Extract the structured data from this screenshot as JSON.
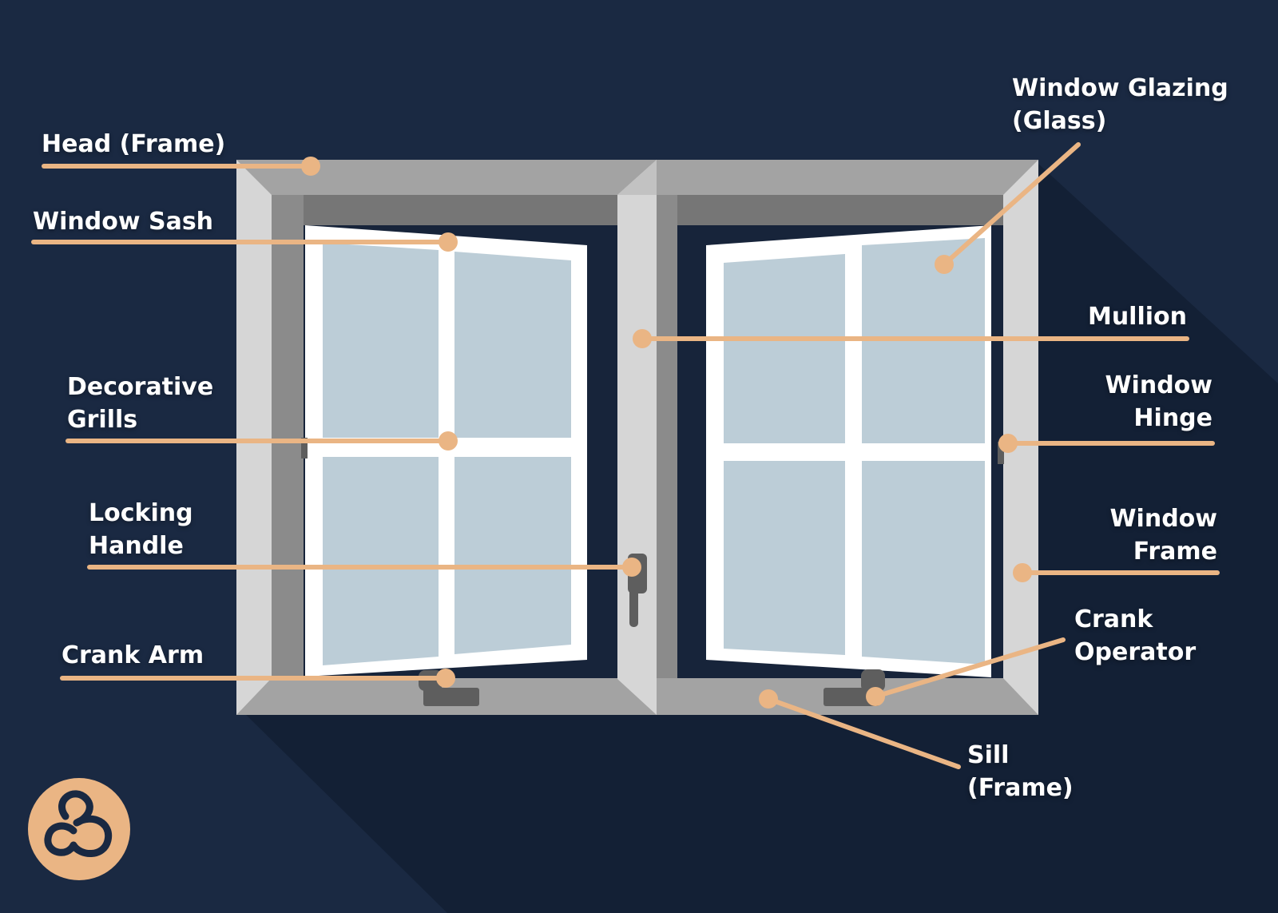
{
  "colors": {
    "background": "#1a2942",
    "shadow": "#132035",
    "frame_light": "#d6d6d6",
    "frame_top": "#a3a3a3",
    "frame_inner_dark": "#767676",
    "frame_side_dark": "#8b8b8b",
    "sash": "#ffffff",
    "glass": "#bccdd7",
    "hardware": "#5e5e5e",
    "accent": "#eab584"
  },
  "labels": {
    "head_frame": [
      "Head (Frame)"
    ],
    "window_sash": [
      "Window Sash"
    ],
    "decorative_grills": [
      "Decorative",
      "Grills"
    ],
    "locking_handle": [
      "Locking",
      "Handle"
    ],
    "crank_arm": [
      "Crank Arm"
    ],
    "window_glazing": [
      "Window Glazing",
      "(Glass)"
    ],
    "mullion": [
      "Mullion"
    ],
    "window_hinge": [
      "Window",
      "Hinge"
    ],
    "window_frame": [
      "Window",
      "Frame"
    ],
    "crank_operator": [
      "Crank",
      "Operator"
    ],
    "sill_frame": [
      "Sill",
      "(Frame)"
    ]
  },
  "logo": {
    "icon": "brand-logo-icon"
  }
}
